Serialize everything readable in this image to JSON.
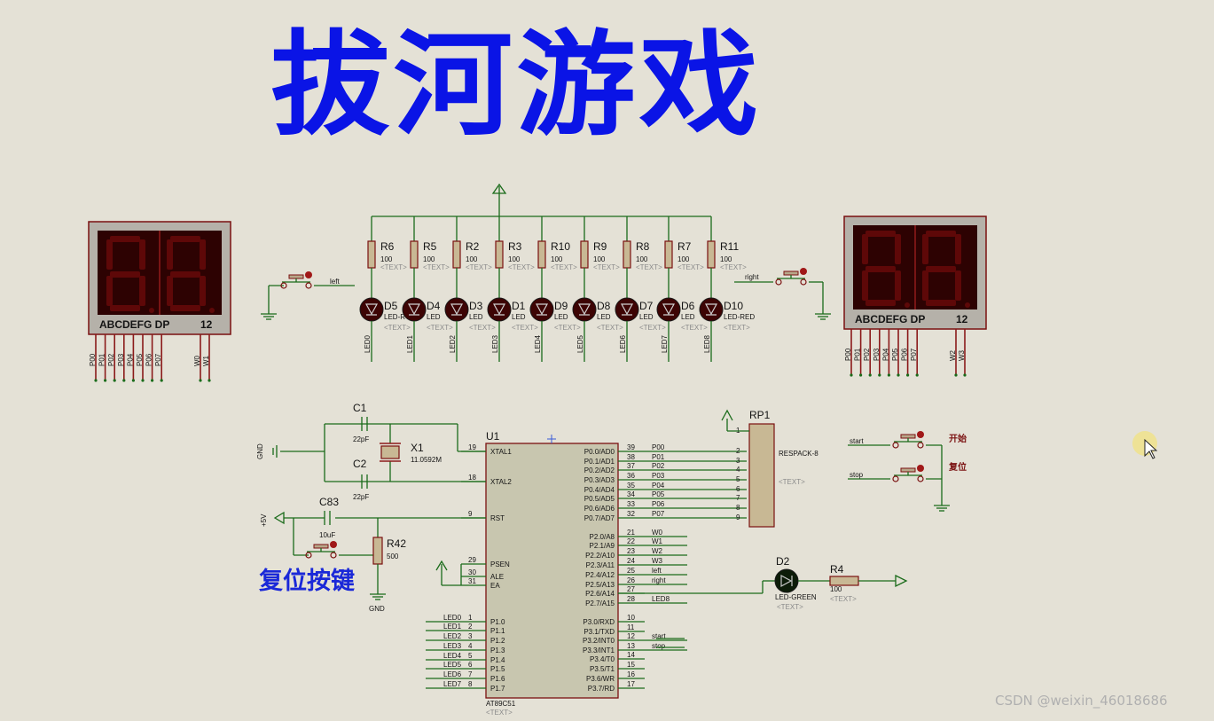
{
  "title": "拔河游戏",
  "reset_caption": "复位按键",
  "watermark": "CSDN @weixin_46018686",
  "text_placeholder": "<TEXT>",
  "displays": {
    "segment_label": "ABCDEFG  DP",
    "digit_label": "12",
    "left_pins": [
      "P00",
      "P01",
      "P02",
      "P03",
      "P04",
      "P05",
      "P06",
      "P07"
    ],
    "left_w": [
      "W0",
      "W1"
    ],
    "right_pins": [
      "P00",
      "P01",
      "P02",
      "P03",
      "P04",
      "P05",
      "P06",
      "P07"
    ],
    "right_w": [
      "W2",
      "W3"
    ]
  },
  "resistors_top": [
    {
      "ref": "R6",
      "value": "100"
    },
    {
      "ref": "R5",
      "value": "100"
    },
    {
      "ref": "R2",
      "value": "100"
    },
    {
      "ref": "R3",
      "value": "100"
    },
    {
      "ref": "R10",
      "value": "100"
    },
    {
      "ref": "R9",
      "value": "100"
    },
    {
      "ref": "R8",
      "value": "100"
    },
    {
      "ref": "R7",
      "value": "100"
    },
    {
      "ref": "R11",
      "value": "100"
    }
  ],
  "leds_top": [
    {
      "ref": "D5",
      "type": "LED-R",
      "net": "LED0"
    },
    {
      "ref": "D4",
      "type": "LED",
      "net": "LED1"
    },
    {
      "ref": "D3",
      "type": "LED",
      "net": "LED2"
    },
    {
      "ref": "D1",
      "type": "LED",
      "net": "LED3"
    },
    {
      "ref": "D9",
      "type": "LED",
      "net": "LED4"
    },
    {
      "ref": "D8",
      "type": "LED",
      "net": "LED5"
    },
    {
      "ref": "D7",
      "type": "LED",
      "net": "LED6"
    },
    {
      "ref": "D6",
      "type": "LED",
      "net": "LED7"
    },
    {
      "ref": "D10",
      "type": "LED-RED",
      "net": "LED8"
    }
  ],
  "buttons": {
    "left_label": "left",
    "right_label": "right",
    "start_label": "start",
    "stop_label": "stop",
    "start_caption": "开始",
    "reset_caption": "复位"
  },
  "oscillator": {
    "c1": "C1",
    "c1_value": "22pF",
    "c2": "C2",
    "c2_value": "22pF",
    "x1": "X1",
    "x1_value": "11.0592M",
    "gnd": "GND"
  },
  "reset_circuit": {
    "cap": "C83",
    "cap_value": "10uF",
    "res": "R42",
    "res_value": "500",
    "vcc": "+5V",
    "gnd": "GND"
  },
  "mcu": {
    "ref": "U1",
    "part": "AT89C51",
    "left_pins": [
      {
        "num": "19",
        "name": "XTAL1"
      },
      {
        "num": "18",
        "name": "XTAL2"
      },
      {
        "num": "9",
        "name": "RST"
      },
      {
        "num": "29",
        "name": "PSEN"
      },
      {
        "num": "30",
        "name": "ALE"
      },
      {
        "num": "31",
        "name": "EA"
      },
      {
        "num": "1",
        "name": "P1.0",
        "net": "LED0"
      },
      {
        "num": "2",
        "name": "P1.1",
        "net": "LED1"
      },
      {
        "num": "3",
        "name": "P1.2",
        "net": "LED2"
      },
      {
        "num": "4",
        "name": "P1.3",
        "net": "LED3"
      },
      {
        "num": "5",
        "name": "P1.4",
        "net": "LED4"
      },
      {
        "num": "6",
        "name": "P1.5",
        "net": "LED5"
      },
      {
        "num": "7",
        "name": "P1.6",
        "net": "LED6"
      },
      {
        "num": "8",
        "name": "P1.7",
        "net": "LED7"
      }
    ],
    "right_pins": [
      {
        "num": "39",
        "name": "P0.0/AD0",
        "net": "P00"
      },
      {
        "num": "38",
        "name": "P0.1/AD1",
        "net": "P01"
      },
      {
        "num": "37",
        "name": "P0.2/AD2",
        "net": "P02"
      },
      {
        "num": "36",
        "name": "P0.3/AD3",
        "net": "P03"
      },
      {
        "num": "35",
        "name": "P0.4/AD4",
        "net": "P04"
      },
      {
        "num": "34",
        "name": "P0.5/AD5",
        "net": "P05"
      },
      {
        "num": "33",
        "name": "P0.6/AD6",
        "net": "P06"
      },
      {
        "num": "32",
        "name": "P0.7/AD7",
        "net": "P07"
      },
      {
        "num": "21",
        "name": "P2.0/A8",
        "net": "W0"
      },
      {
        "num": "22",
        "name": "P2.1/A9",
        "net": "W1"
      },
      {
        "num": "23",
        "name": "P2.2/A10",
        "net": "W2"
      },
      {
        "num": "24",
        "name": "P2.3/A11",
        "net": "W3"
      },
      {
        "num": "25",
        "name": "P2.4/A12",
        "net": "left"
      },
      {
        "num": "26",
        "name": "P2.5/A13",
        "net": "right"
      },
      {
        "num": "27",
        "name": "P2.6/A14",
        "net": ""
      },
      {
        "num": "28",
        "name": "P2.7/A15",
        "net": "LED8"
      },
      {
        "num": "10",
        "name": "P3.0/RXD",
        "net": ""
      },
      {
        "num": "11",
        "name": "P3.1/TXD",
        "net": ""
      },
      {
        "num": "12",
        "name": "P3.2/INT0",
        "net": "start"
      },
      {
        "num": "13",
        "name": "P3.3/INT1",
        "net": "stop"
      },
      {
        "num": "14",
        "name": "P3.4/T0",
        "net": ""
      },
      {
        "num": "15",
        "name": "P3.5/T1",
        "net": ""
      },
      {
        "num": "16",
        "name": "P3.6/WR",
        "net": ""
      },
      {
        "num": "17",
        "name": "P3.7/RD",
        "net": ""
      }
    ]
  },
  "respack": {
    "ref": "RP1",
    "part": "RESPACK-8",
    "pins": [
      "1",
      "2",
      "3",
      "4",
      "5",
      "6",
      "7",
      "8",
      "9"
    ]
  },
  "green_led": {
    "ref": "D2",
    "part": "LED-GREEN",
    "res": "R4",
    "res_value": "100"
  }
}
